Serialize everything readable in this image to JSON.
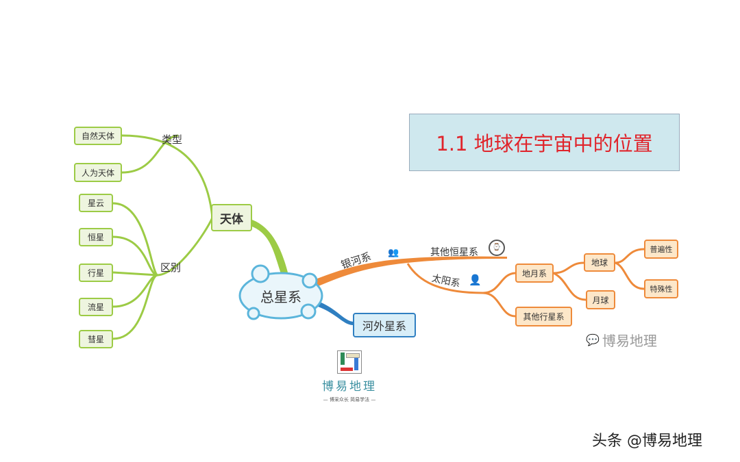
{
  "title": "1.1 地球在宇宙中的位置",
  "root": "总星系",
  "tianti": {
    "label": "天体",
    "type_label": "类型",
    "types": [
      "自然天体",
      "人为天体"
    ],
    "diff_label": "区别",
    "kinds": [
      "星云",
      "恒星",
      "行星",
      "流星",
      "彗星"
    ]
  },
  "yinhe": {
    "label": "银河系",
    "other": "其他恒星系",
    "taiyang": "太阳系",
    "diyue": "地月系",
    "diqiu": "地球",
    "pubian": "普遍性",
    "teshu": "特殊性",
    "yueqiu": "月球",
    "other_planet": "其他行星系"
  },
  "hewai": "河外星系",
  "logo": {
    "name": "博易地理",
    "slogan": "— 博采众长  简易学法 —"
  },
  "watermark_wechat": "博易地理",
  "watermark_toutiao": "头条 @博易地理",
  "colors": {
    "green": "#9ccb45",
    "orange": "#ee8a3a",
    "blue": "#2f7fc1",
    "title_red": "#e0242b"
  }
}
